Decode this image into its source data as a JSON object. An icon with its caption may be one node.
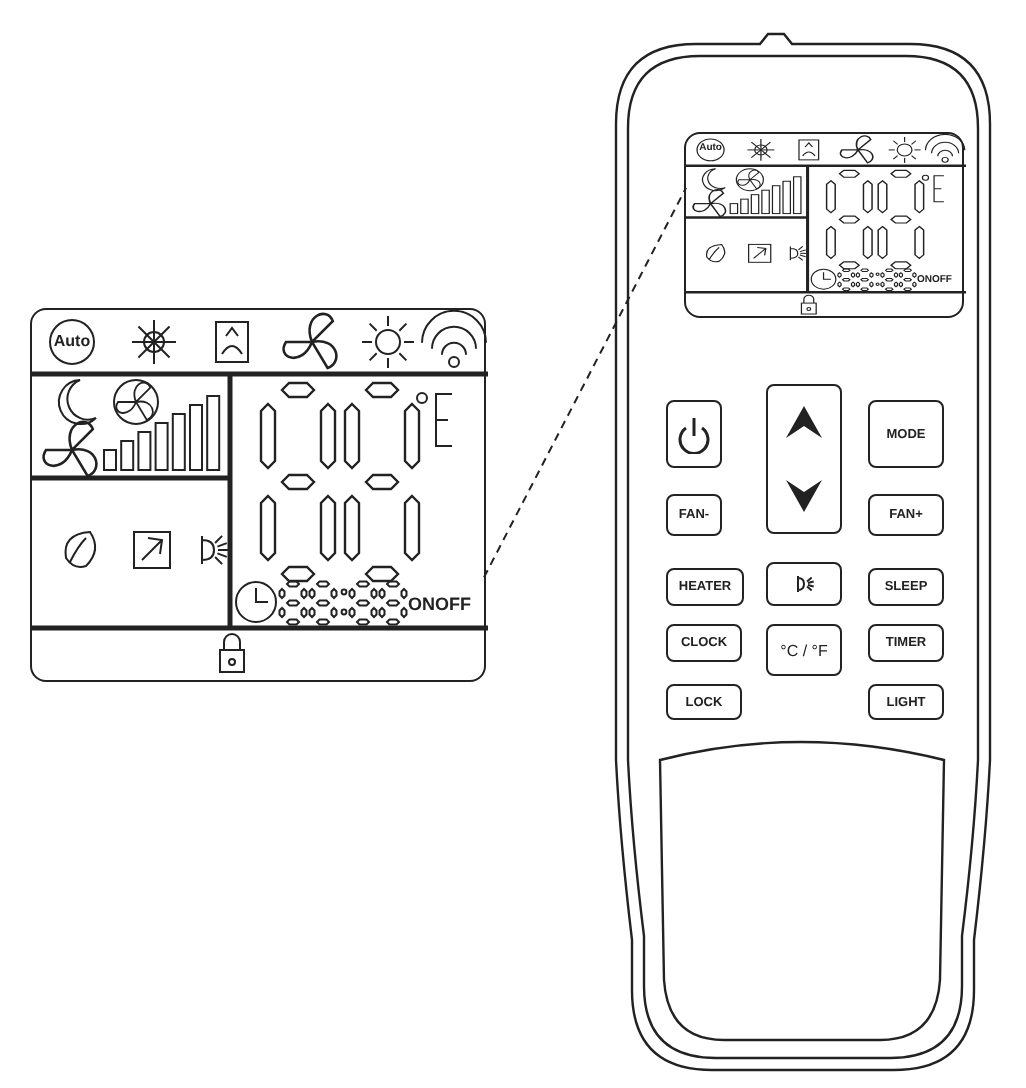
{
  "diagram": {
    "nodes": [
      {
        "text": [],
        "shape": "box"
      },
      {
        "text": [],
        "shape": "box"
      },
      {
        "text": [],
        "shape": "box"
      },
      {
        "text": [],
        "shape": "box"
      },
      {
        "text": [
          "MODE"
        ]
      },
      {
        "text": [
          "FAN-"
        ]
      },
      {
        "text": [
          "FAN+"
        ]
      },
      {
        "text": [
          "HEATER"
        ]
      },
      {
        "text": [],
        "shape": "box"
      },
      {
        "text": [
          "SLEEP"
        ]
      },
      {
        "text": [
          "CLOCK"
        ]
      },
      {
        "text": [
          "°C / °F"
        ]
      },
      {
        "text": [
          "TIMER"
        ]
      },
      {
        "text": [
          "LOCK"
        ]
      },
      {
        "text": [
          "LIGHT"
        ]
      }
    ],
    "edges": [
      {
        "from": 0,
        "to": 1,
        "arrow": "none",
        "style": "dashed"
      }
    ],
    "labels": [
      "Auto",
      "ONOFF",
      "Auto",
      "ONOFF"
    ]
  }
}
